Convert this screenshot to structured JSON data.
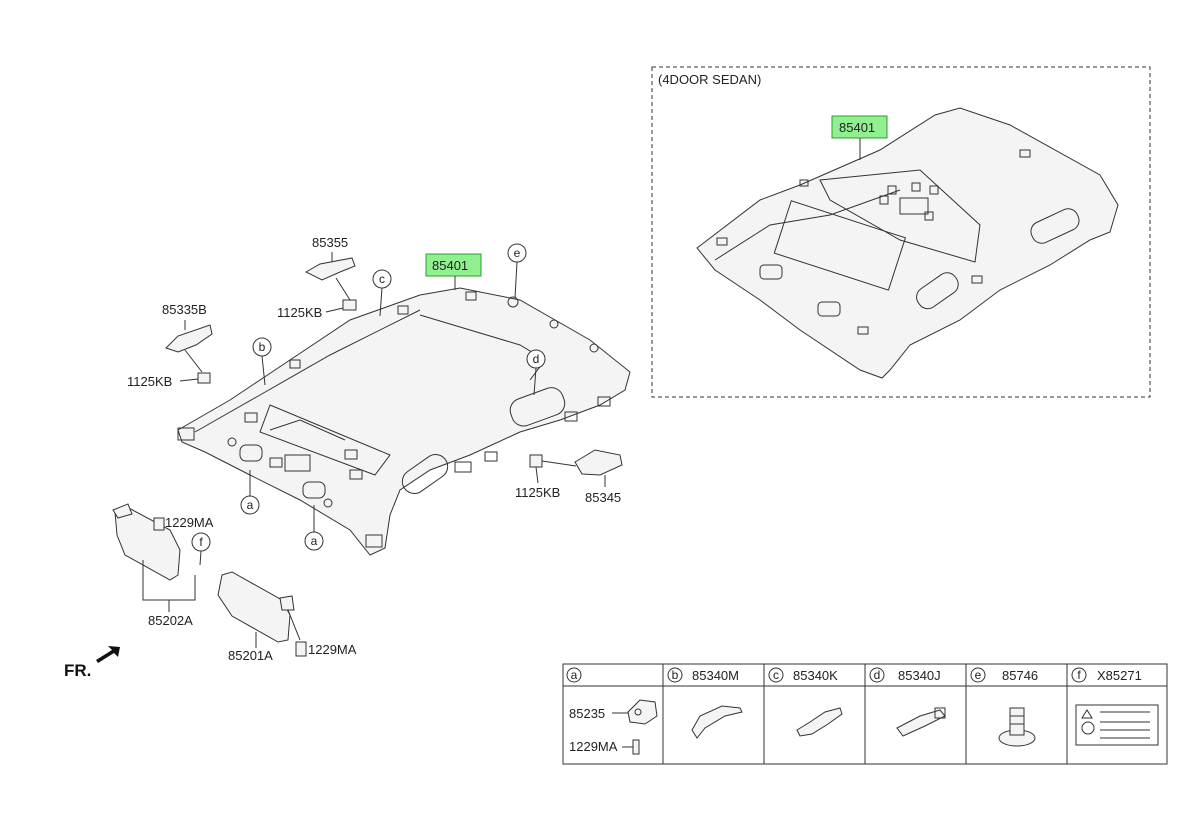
{
  "inset": {
    "title": "(4DOOR SEDAN)",
    "part": "85401"
  },
  "main_part": "85401",
  "callouts": {
    "a": "a",
    "b": "b",
    "c": "c",
    "d": "d",
    "e": "e",
    "f": "f"
  },
  "labels": {
    "p85355": "85355",
    "p85335b": "85335B",
    "p1125kb_1": "1125KB",
    "p1125kb_2": "1125KB",
    "p1125kb_3": "1125KB",
    "p85345": "85345",
    "p1229ma_1": "1229MA",
    "p1229ma_2": "1229MA",
    "p85202a": "85202A",
    "p85201a": "85201A",
    "fr": "FR."
  },
  "legend": [
    {
      "key": "a",
      "part": ""
    },
    {
      "key": "b",
      "part": "85340M"
    },
    {
      "key": "c",
      "part": "85340K"
    },
    {
      "key": "d",
      "part": "85340J"
    },
    {
      "key": "e",
      "part": "85746"
    },
    {
      "key": "f",
      "part": "X85271"
    }
  ],
  "legend_a_parts": {
    "top": "85235",
    "bottom": "1229MA"
  }
}
